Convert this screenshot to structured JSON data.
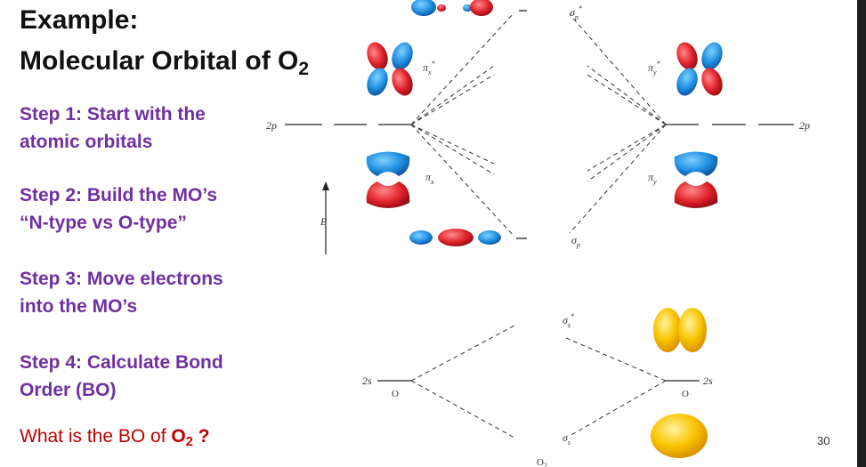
{
  "title": {
    "line1": "Example:",
    "line2_prefix": "Molecular Orbital of O",
    "line2_sub": "2"
  },
  "steps": [
    {
      "line1": "Step 1: Start with the",
      "line2": "atomic orbitals"
    },
    {
      "line1": "Step 2: Build the MO’s",
      "line2": "“N-type vs O-type”"
    },
    {
      "line1": "Step 3: Move electrons",
      "line2": "into the MO’s"
    },
    {
      "line1": "Step 4: Calculate Bond",
      "line2": "Order (BO)"
    }
  ],
  "question": {
    "prefix": "What is the BO of ",
    "formula": "O",
    "sub": "2",
    "suffix": " ?"
  },
  "page_number": "30",
  "diagram": {
    "left_2p_label": "2p",
    "right_2p_label": "2p",
    "left_2s_label": "2s",
    "right_2s_label": "2s",
    "left_atom": "O",
    "right_atom": "O",
    "molecule": "O",
    "molecule_sub": "2",
    "energy_axis": "E",
    "mo_labels": {
      "sigma_p_star": "σ",
      "sigma_p_star_sub": "p",
      "sigma_p_star_sup": "*",
      "pi_x_star": "π",
      "pi_x_star_sub": "x",
      "pi_x_star_sup": "*",
      "pi_y_star": "π",
      "pi_y_star_sub": "y",
      "pi_y_star_sup": "*",
      "pi_x": "π",
      "pi_x_sub": "x",
      "pi_y": "π",
      "pi_y_sub": "y",
      "sigma_p": "σ",
      "sigma_p_sub": "p",
      "sigma_s_star": "σ",
      "sigma_s_star_sub": "s",
      "sigma_s_star_sup": "*",
      "sigma_s": "σ",
      "sigma_s_sub": "s"
    },
    "colors": {
      "lobe_blue": "#1f8fe0",
      "lobe_red": "#e0202a",
      "s_orbital_yellow": "#f9c400",
      "step_purple": "#7030a0",
      "question_red": "#c00000"
    }
  }
}
